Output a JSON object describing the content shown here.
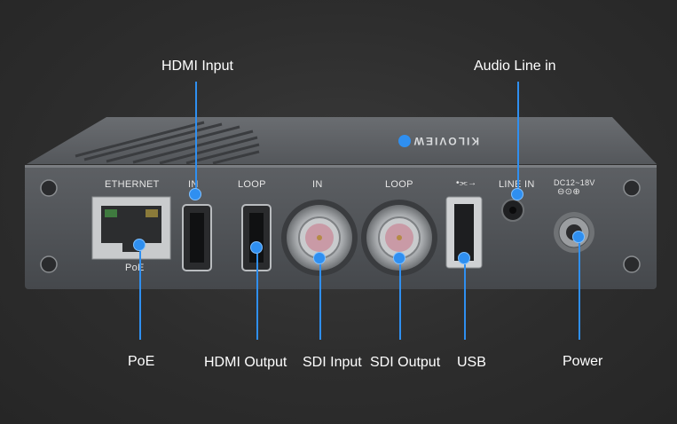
{
  "device": {
    "brand": "KILOVIEW",
    "panel_labels": {
      "ethernet": "ETHERNET",
      "poe": "PoE",
      "hdmi_in": "IN",
      "hdmi_loop": "LOOP",
      "sdi_in": "IN",
      "sdi_loop": "LOOP",
      "usb": "•⫘→",
      "line_in": "LINE IN",
      "dc": "DC12~18V",
      "dc_polarity": "⊖⊙⊕"
    }
  },
  "callouts": {
    "hdmi_input": "HDMI Input",
    "audio_line_in": "Audio Line in",
    "poe": "PoE",
    "hdmi_output": "HDMI Output",
    "sdi_input": "SDI Input",
    "sdi_output": "SDI Output",
    "usb": "USB",
    "power": "Power"
  },
  "colors": {
    "background": "#2e2e2e",
    "device_body": "#5c5f63",
    "accent_blue": "#2f8ff0",
    "label_text": "#ffffff"
  }
}
